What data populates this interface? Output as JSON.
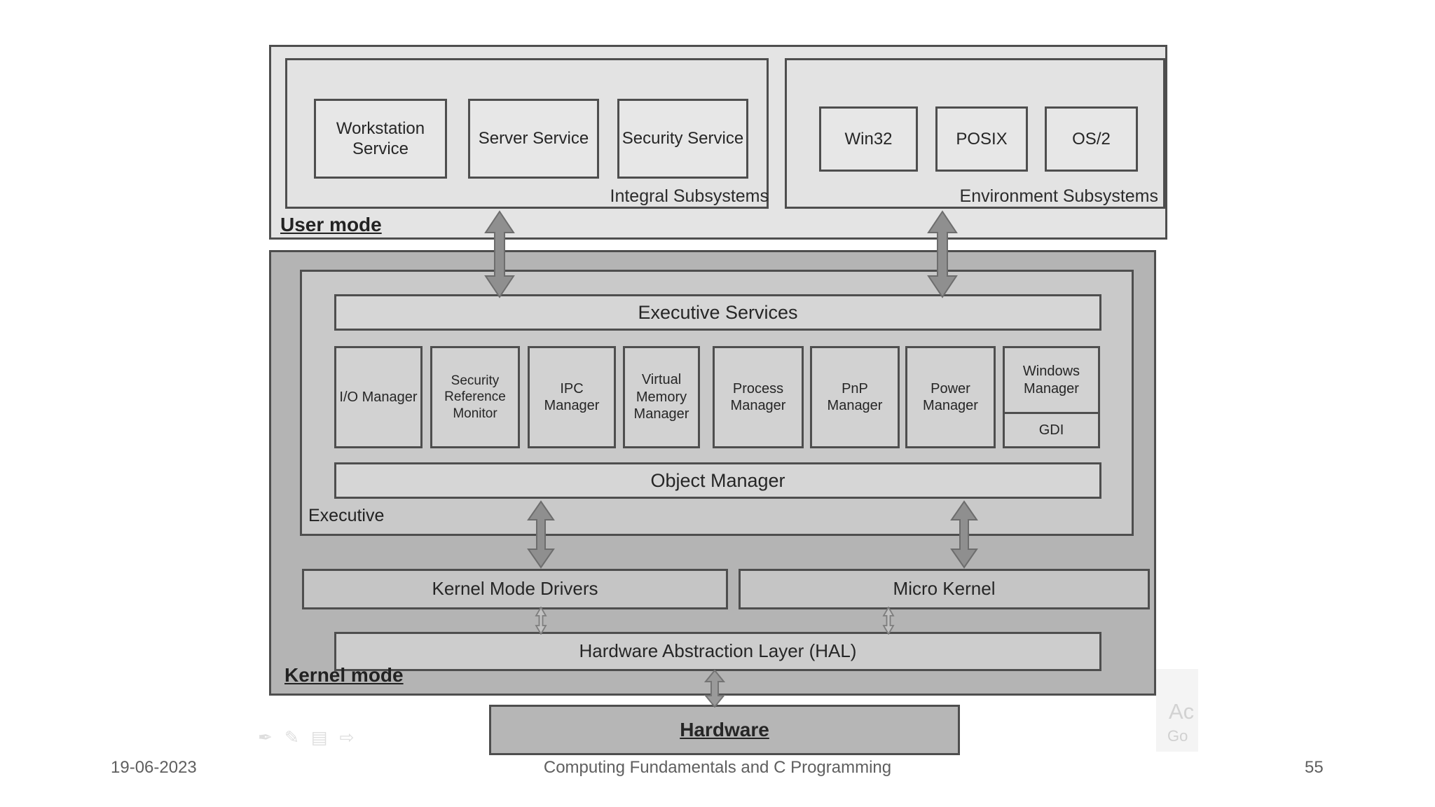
{
  "slide": {
    "date": "19-06-2023",
    "footer_title": "Computing Fundamentals and C Programming",
    "page_number": "55"
  },
  "watermark": {
    "line1": "Ac",
    "line2": "Go"
  },
  "viewer_toolbar": {
    "icons": [
      {
        "name": "annotate-pen-icon",
        "glyph": "✒"
      },
      {
        "name": "pencil-icon",
        "glyph": "✎"
      },
      {
        "name": "notes-icon",
        "glyph": "▤"
      },
      {
        "name": "forward-arrow-icon",
        "glyph": "⇨"
      }
    ]
  },
  "diagram": {
    "user_mode": {
      "label": "User mode",
      "integral": {
        "label": "Integral Subsystems",
        "boxes": [
          "Workstation Service",
          "Server Service",
          "Security Service"
        ]
      },
      "environment": {
        "label": "Environment Subsystems",
        "boxes": [
          "Win32",
          "POSIX",
          "OS/2"
        ]
      }
    },
    "kernel_mode": {
      "label": "Kernel mode",
      "executive": {
        "label": "Executive",
        "services_bar": "Executive Services",
        "managers": [
          "I/O Manager",
          "Security Reference Monitor",
          "IPC Manager",
          "Virtual Memory Manager",
          "Process Manager",
          "PnP Manager",
          "Power Manager"
        ],
        "windows_manager": "Windows Manager",
        "gdi": "GDI",
        "object_bar": "Object Manager"
      },
      "drivers": "Kernel Mode Drivers",
      "micro_kernel": "Micro Kernel",
      "hal": "Hardware Abstraction Layer (HAL)"
    },
    "hardware": "Hardware"
  },
  "colors": {
    "user_mode_fill": "#e4e4e4",
    "kernel_mode_fill": "#b4b4b4",
    "executive_fill": "#c9c9c9",
    "bar_fill": "#d6d6d6",
    "border": "#4e4e4e",
    "arrow": "#8f8f8f",
    "footer_text": "#5f5f5f"
  }
}
